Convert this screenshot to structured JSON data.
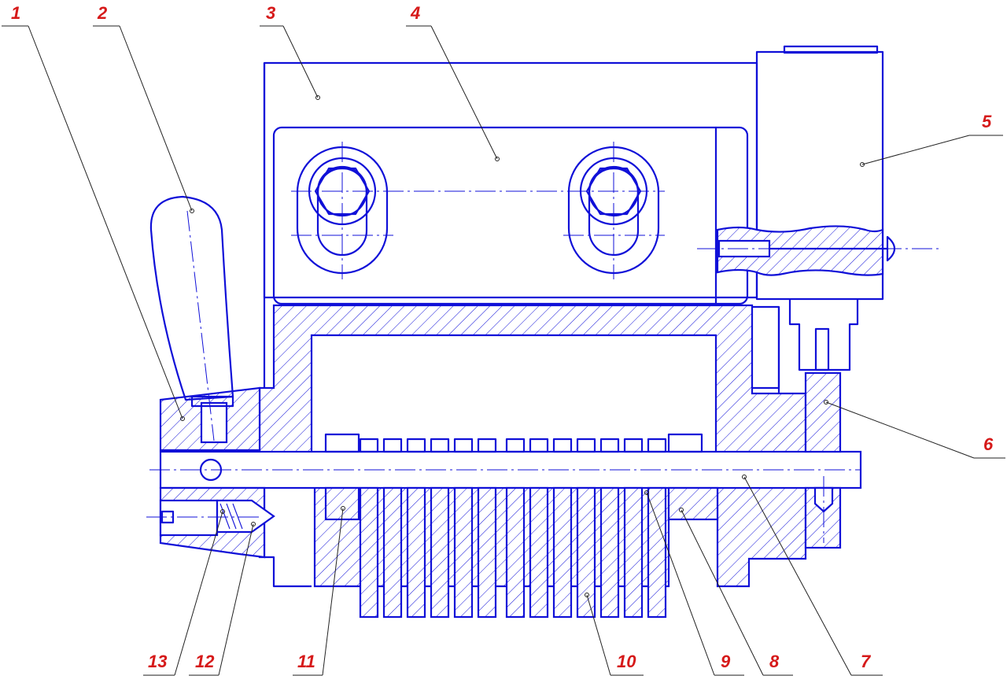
{
  "colors": {
    "lines": "#1010d8",
    "callouts": "#d61a1a",
    "leaders": "#222222",
    "background": "#ffffff"
  },
  "callouts": [
    {
      "id": "c1",
      "label": "1"
    },
    {
      "id": "c2",
      "label": "2"
    },
    {
      "id": "c3",
      "label": "3"
    },
    {
      "id": "c4",
      "label": "4"
    },
    {
      "id": "c5",
      "label": "5"
    },
    {
      "id": "c6",
      "label": "6"
    },
    {
      "id": "c7",
      "label": "7"
    },
    {
      "id": "c8",
      "label": "8"
    },
    {
      "id": "c9",
      "label": "9"
    },
    {
      "id": "c10",
      "label": "10"
    },
    {
      "id": "c11",
      "label": "11"
    },
    {
      "id": "c12",
      "label": "12"
    },
    {
      "id": "c13",
      "label": "13"
    }
  ]
}
